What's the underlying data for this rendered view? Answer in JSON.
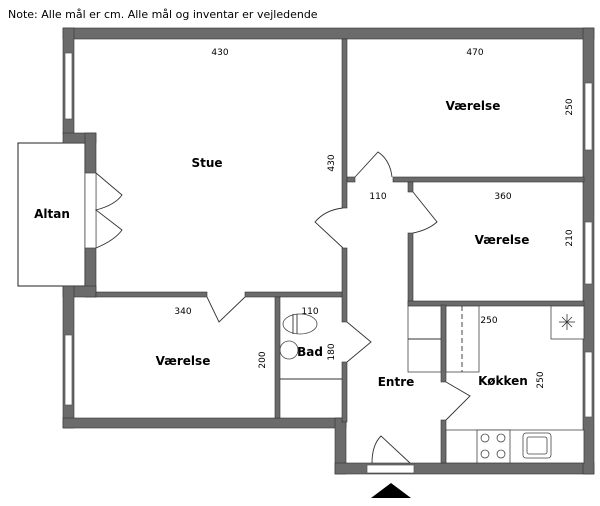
{
  "note": "Note: Alle mål er cm. Alle mål og inventar er vejledende",
  "rooms": {
    "stue": {
      "label": "Stue",
      "width": "430",
      "height": "430"
    },
    "vaerelse_top": {
      "label": "Værelse",
      "width": "470",
      "height": "250"
    },
    "vaerelse_mid": {
      "label": "Værelse",
      "width": "360",
      "height": "210"
    },
    "vaerelse_bottom": {
      "label": "Værelse",
      "width": "340",
      "height": "200"
    },
    "altan": {
      "label": "Altan"
    },
    "bad": {
      "label": "Bad",
      "width": "110",
      "height": "180"
    },
    "entre": {
      "label": "Entre",
      "width": "110"
    },
    "koekken": {
      "label": "Køkken",
      "width": "250",
      "height": "250"
    }
  },
  "colors": {
    "wall": "#6b6b6b",
    "entrance_arrow": "#000000"
  }
}
